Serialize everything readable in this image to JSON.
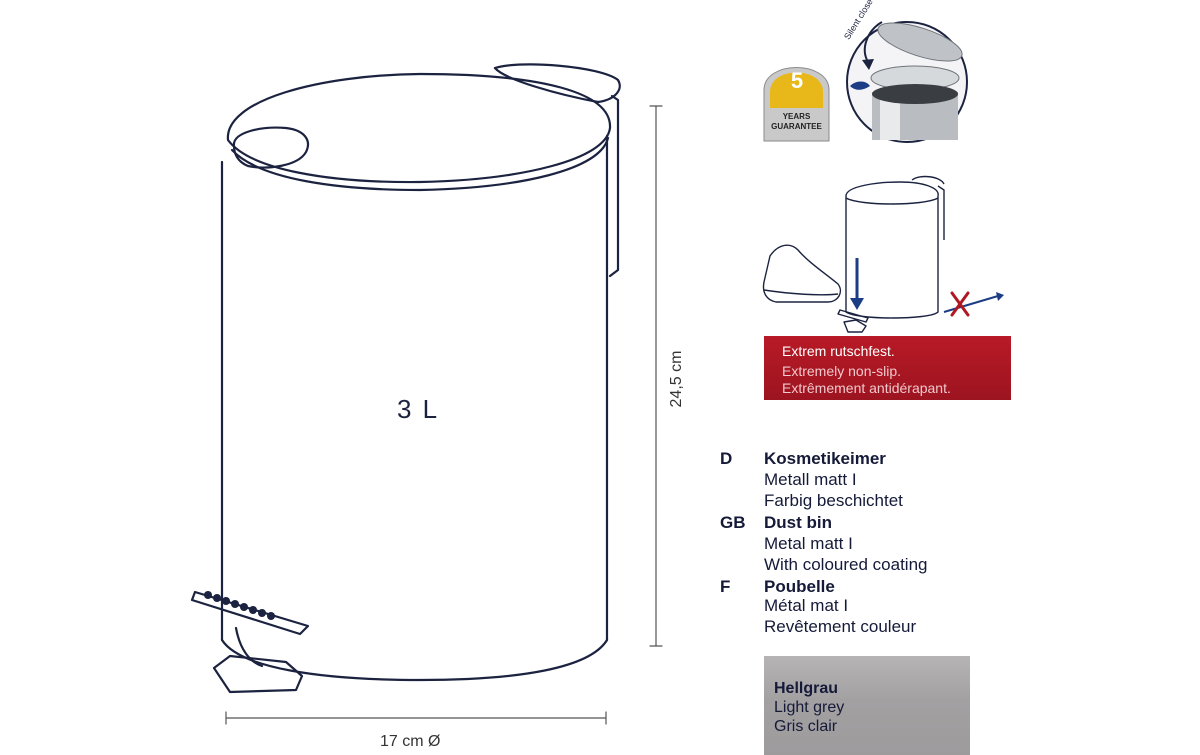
{
  "product": {
    "volume": "3 L",
    "width": "17 cm Ø",
    "height": "24,5 cm"
  },
  "guarantee": {
    "number": "5",
    "line1": "YEARS",
    "line2": "GUARANTEE"
  },
  "silent_close": "Silent close",
  "non_slip": {
    "de": "Extrem rutschfest.",
    "en": "Extremely non-slip.",
    "fr": "Extrêmement antidérapant."
  },
  "descriptions": [
    {
      "lang": "D",
      "title": "Kosmetikeimer",
      "lines": [
        "Metall matt I",
        "Farbig beschichtet"
      ]
    },
    {
      "lang": "GB",
      "title": "Dust bin",
      "lines": [
        "Metal matt I",
        "With coloured coating"
      ]
    },
    {
      "lang": "F",
      "title": "Poubelle",
      "lines": [
        "Métal mat I",
        "Revêtement couleur"
      ]
    }
  ],
  "color": {
    "de": "Hellgrau",
    "en": "Light grey",
    "fr": "Gris clair",
    "swatch": "#aaa7a9"
  },
  "colors": {
    "outline": "#1c2340",
    "red": "#b01822",
    "gold": "#e8b81a"
  }
}
